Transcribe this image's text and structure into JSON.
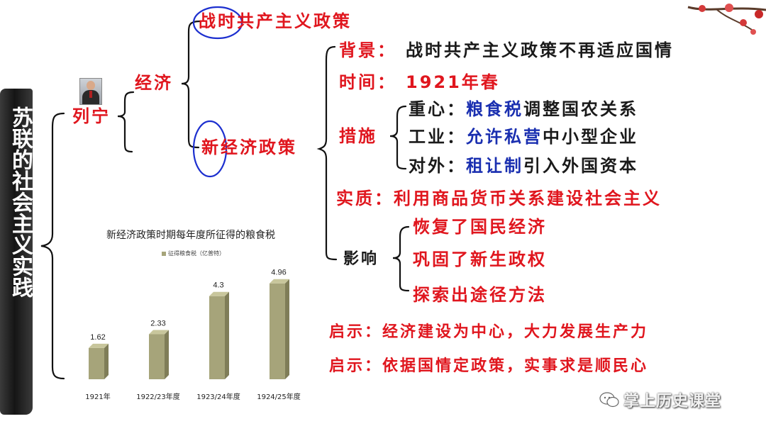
{
  "banner": {
    "title": "苏联的社会主义实践"
  },
  "tree": {
    "lenin": "列宁",
    "economy": "经济",
    "war_communism": "战时共产主义政策",
    "nep": "新经济政策",
    "background_label": "背景：",
    "background_text": "战时共产主义政策不再适应国情",
    "time_label": "时间：",
    "time_text": "1921年春",
    "measures_label": "措施",
    "measure1_label": "重心：",
    "measure1_blue": "粮食税",
    "measure1_rest": "调整国农关系",
    "measure2_label": "工业：",
    "measure2_blue": "允许私营",
    "measure2_rest": "中小型企业",
    "measure3_label": "对外：",
    "measure3_blue": "租让制",
    "measure3_rest": "引入外国资本",
    "essence": "实质：利用商品货币关系建设社会主义",
    "influence_label": "影响",
    "influence1": "恢复了国民经济",
    "influence2": "巩固了新生政权",
    "influence3": "探索出途径方法",
    "insight1": "启示：经济建设为中心，大力发展生产力",
    "insight2": "启示：依据国情定政策，实事求是顺民心"
  },
  "chart_data": {
    "type": "bar",
    "title": "新经济政策时期每年度所征得的粮食税",
    "legend": [
      "征得粮食税（亿普特）"
    ],
    "categories": [
      "1921年",
      "1922/23年度",
      "1923/24年度",
      "1924/25年度"
    ],
    "values": [
      1.62,
      2.33,
      4.3,
      4.96
    ],
    "ylim": [
      0,
      5.5
    ],
    "bar_color": "#a6a47a"
  },
  "watermark": {
    "text": "掌上历史课堂"
  }
}
